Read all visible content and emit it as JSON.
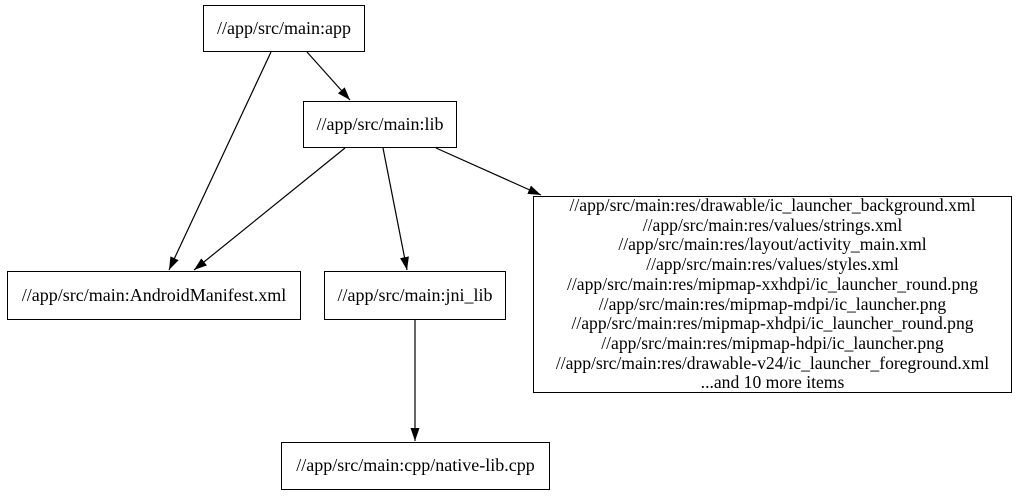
{
  "colors": {
    "background": "#ffffff",
    "node_border": "#000000",
    "node_fill": "#ffffff",
    "edge": "#000000",
    "text": "#000000"
  },
  "nodes": {
    "app": {
      "label": "//app/src/main:app"
    },
    "lib": {
      "label": "//app/src/main:lib"
    },
    "manifest": {
      "label": "//app/src/main:AndroidManifest.xml"
    },
    "jni_lib": {
      "label": "//app/src/main:jni_lib"
    },
    "cpp": {
      "label": "//app/src/main:cpp/native-lib.cpp"
    },
    "res": {
      "lines": [
        "//app/src/main:res/drawable/ic_launcher_background.xml",
        "//app/src/main:res/values/strings.xml",
        "//app/src/main:res/layout/activity_main.xml",
        "//app/src/main:res/values/styles.xml",
        "//app/src/main:res/mipmap-xxhdpi/ic_launcher_round.png",
        "//app/src/main:res/mipmap-mdpi/ic_launcher.png",
        "//app/src/main:res/mipmap-xhdpi/ic_launcher_round.png",
        "//app/src/main:res/mipmap-hdpi/ic_launcher.png",
        "//app/src/main:res/drawable-v24/ic_launcher_foreground.xml",
        "...and 10 more items"
      ]
    }
  },
  "edges": [
    {
      "from": "app",
      "to": "lib"
    },
    {
      "from": "app",
      "to": "manifest"
    },
    {
      "from": "lib",
      "to": "manifest"
    },
    {
      "from": "lib",
      "to": "jni_lib"
    },
    {
      "from": "lib",
      "to": "res"
    },
    {
      "from": "jni_lib",
      "to": "cpp"
    }
  ]
}
